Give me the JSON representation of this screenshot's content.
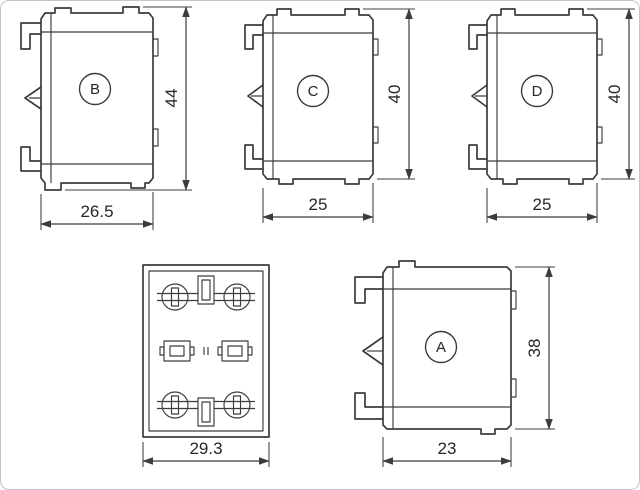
{
  "figure": {
    "type": "technical-dimension-drawing",
    "background": "#ffffff",
    "border_color": "#c2c6c9",
    "line_color": "#3c3c3c"
  },
  "components": {
    "b": {
      "label": "B",
      "height": "44",
      "width": "26.5"
    },
    "c": {
      "label": "C",
      "height": "40",
      "width": "25"
    },
    "d": {
      "label": "D",
      "height": "40",
      "width": "25"
    },
    "top_view": {
      "width": "29.3"
    },
    "a": {
      "label": "A",
      "height": "38",
      "width": "23"
    }
  }
}
